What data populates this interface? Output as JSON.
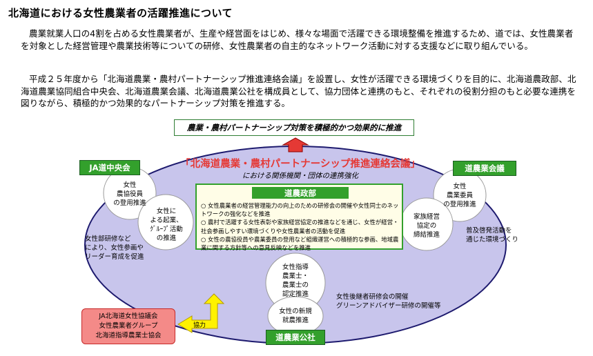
{
  "title": "北海道における女性農業者の活躍推進について",
  "paragraphs": [
    "農業就業人口の4割を占める女性農業者が、生産や経営面をはじめ、様々な場面で活躍できる環境整備を推進するため、道では、女性農業者を対象とした経営管理や農業技術等についての研修、女性農業者の自主的なネットワーク活動に対する支援などに取り組んでいる。",
    "平成２５年度から「北海道農業・農村パートナーシップ推進連絡会議」を設置し、女性が活躍できる環境づくりを目的に、北海道農政部、北海道農業協同組合中央会、北海道農業会議、北海道農業公社を構成員として、協力団体と連携のもと、それぞれの役割分担のもと必要な連携を図りながら、積極的かつ効果的なパートナーシップ対策を推進する。"
  ],
  "diagram": {
    "banner": "農業・農村パートナーシップ対策を積極的かつ効果的に推進",
    "council_title": "「北海道農業・農村パートナーシップ推進連絡会議」",
    "council_subtitle": "における関係機関・団体の連携強化",
    "ja": {
      "label": "JA道中央会",
      "circle1": [
        "女性",
        "農協役員",
        "の登用推進"
      ],
      "circle2": [
        "女性に",
        "よる起業、",
        "ｸﾞﾙｰﾌﾟ活動",
        "の推進"
      ],
      "note": [
        "女性部研修など",
        "により、女性参画や",
        "リーダー育成を促進"
      ]
    },
    "agri_council": {
      "label": "道農業会議",
      "circle1": [
        "女性",
        "農業委員",
        "の登用推進"
      ],
      "circle2": [
        "家族経営",
        "協定の",
        "締結推進"
      ],
      "note": [
        "普及啓発活動を",
        "通じた環境づくり"
      ]
    },
    "dept": {
      "label": "道農政部",
      "items": [
        "○ 女性農業者の経営管理能力の向上のための研修会の開催や女性同士のネットワークの強化などを推進",
        "○ 農村で活躍する女性表彰や家族経営協定の推進などを通じ、女性が経営・社会参画しやすい環境づくりや女性農業者の活動を促進",
        "○ 女性の農協役員や農業委員の登用など組織運営への積極的な参画、地域農業に関する方針等への意見反映などを推進"
      ]
    },
    "public_corp": {
      "label": "道農業公社",
      "circle1": [
        "女性指導",
        "農業士・",
        "農業士の",
        "認定推進"
      ],
      "circle2": [
        "女性の新規",
        "就農推進"
      ],
      "note": [
        "女性後継者研修会の開催",
        "グリーンアドバイザー研修の開催等"
      ]
    },
    "partners": {
      "lines": [
        "JA北海道女性協議会",
        "女性農業者グループ",
        "北海道指導農業士協会"
      ],
      "arrow_label": "協力"
    }
  }
}
